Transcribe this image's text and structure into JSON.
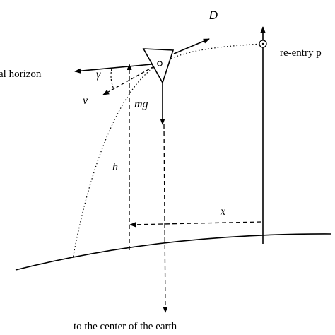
{
  "labels": {
    "local_horizon": "al horizon",
    "re_entry_point": "re-entry p",
    "earth_center": "to the center of the earth"
  },
  "symbols": {
    "drag": "D",
    "gamma": "γ",
    "velocity": "v",
    "weight": "mg",
    "altitude": "h",
    "range": "x"
  }
}
